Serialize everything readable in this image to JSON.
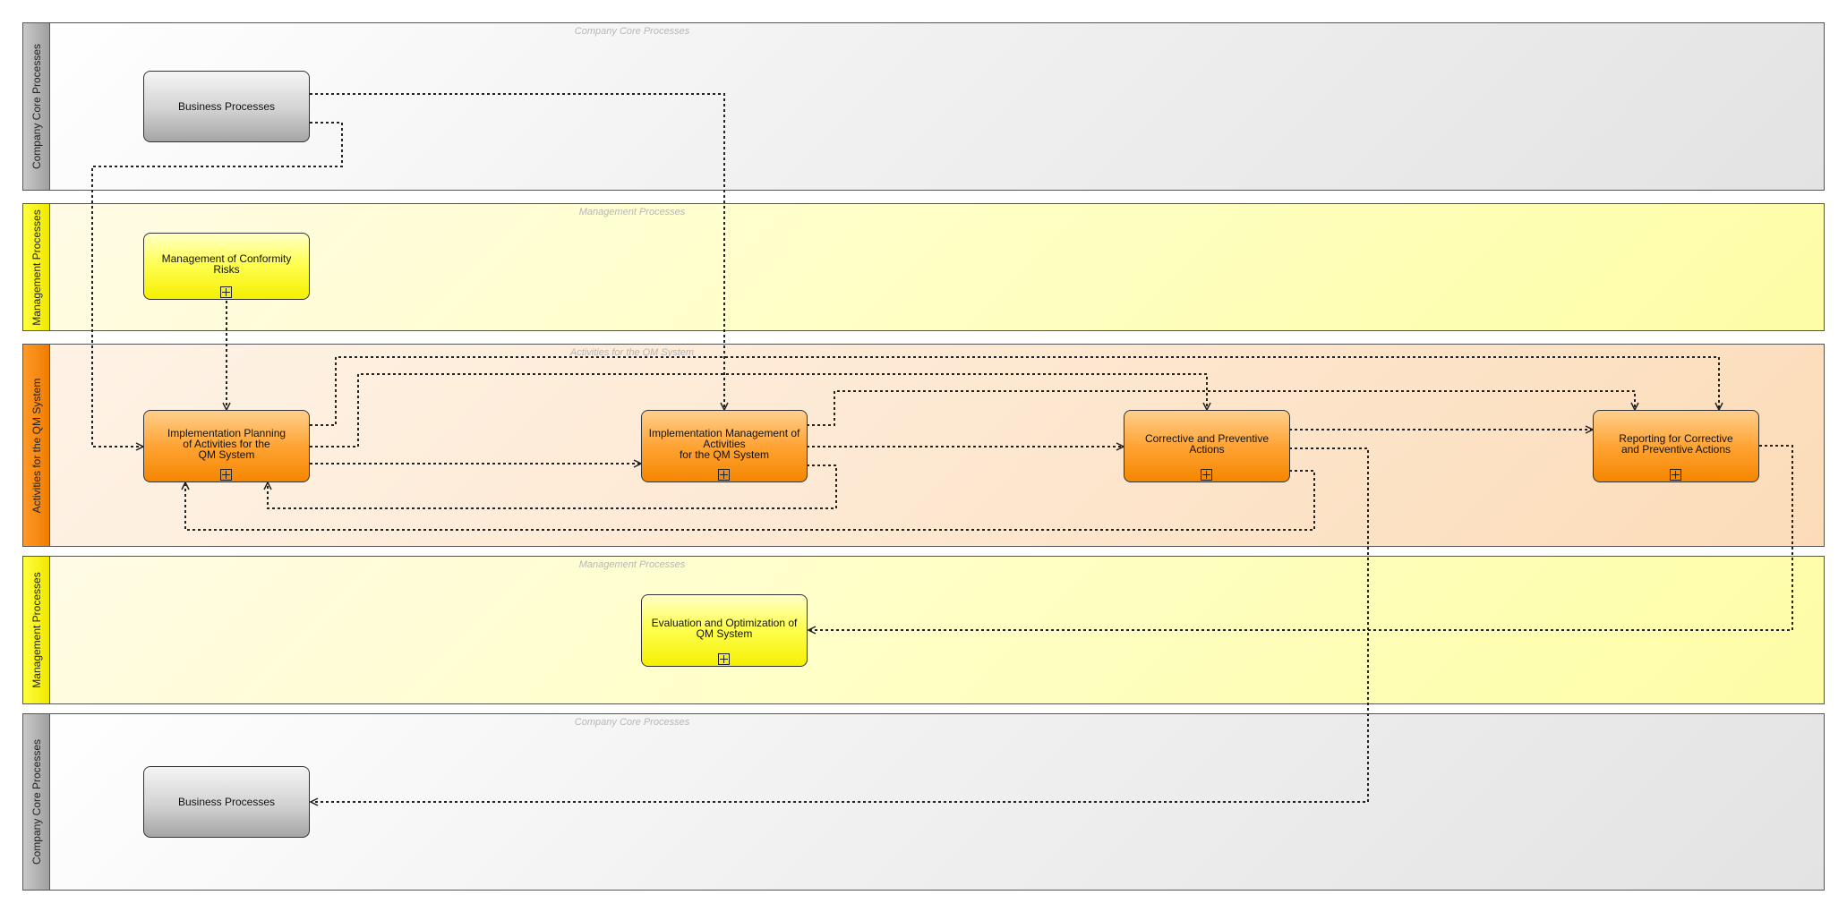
{
  "lanes": [
    {
      "label": "Company Core Processes",
      "watermark": "Company Core Processes"
    },
    {
      "label": "Management Processes",
      "watermark": "Management Processes"
    },
    {
      "label": "Activities for the QM System",
      "watermark": "Activities for the QM System"
    },
    {
      "label": "Management Processes",
      "watermark": "Management Processes"
    },
    {
      "label": "Company Core Processes",
      "watermark": "Company Core Processes"
    }
  ],
  "nodes": {
    "business_processes_top": "Business Processes",
    "management_conformity_risks": "Management of Conformity\nRisks",
    "implementation_planning": "Implementation Planning\nof Activities for the\nQM System",
    "implementation_management": "Implementation Management of\nActivities\nfor the QM System",
    "corrective_preventive": "Corrective and Preventive\nActions",
    "reporting_corrective": "Reporting for Corrective\nand Preventive Actions",
    "evaluation_optimization": "Evaluation and Optimization of\nQM System",
    "business_processes_bottom": "Business Processes"
  },
  "colors": {
    "core_lane": "#e6e6e6",
    "management_lane": "#ffffb4",
    "qm_lane": "#fde3c8",
    "process_gray": "#bdbdbd",
    "process_yellow": "#ffff33",
    "process_orange": "#ffa030"
  }
}
